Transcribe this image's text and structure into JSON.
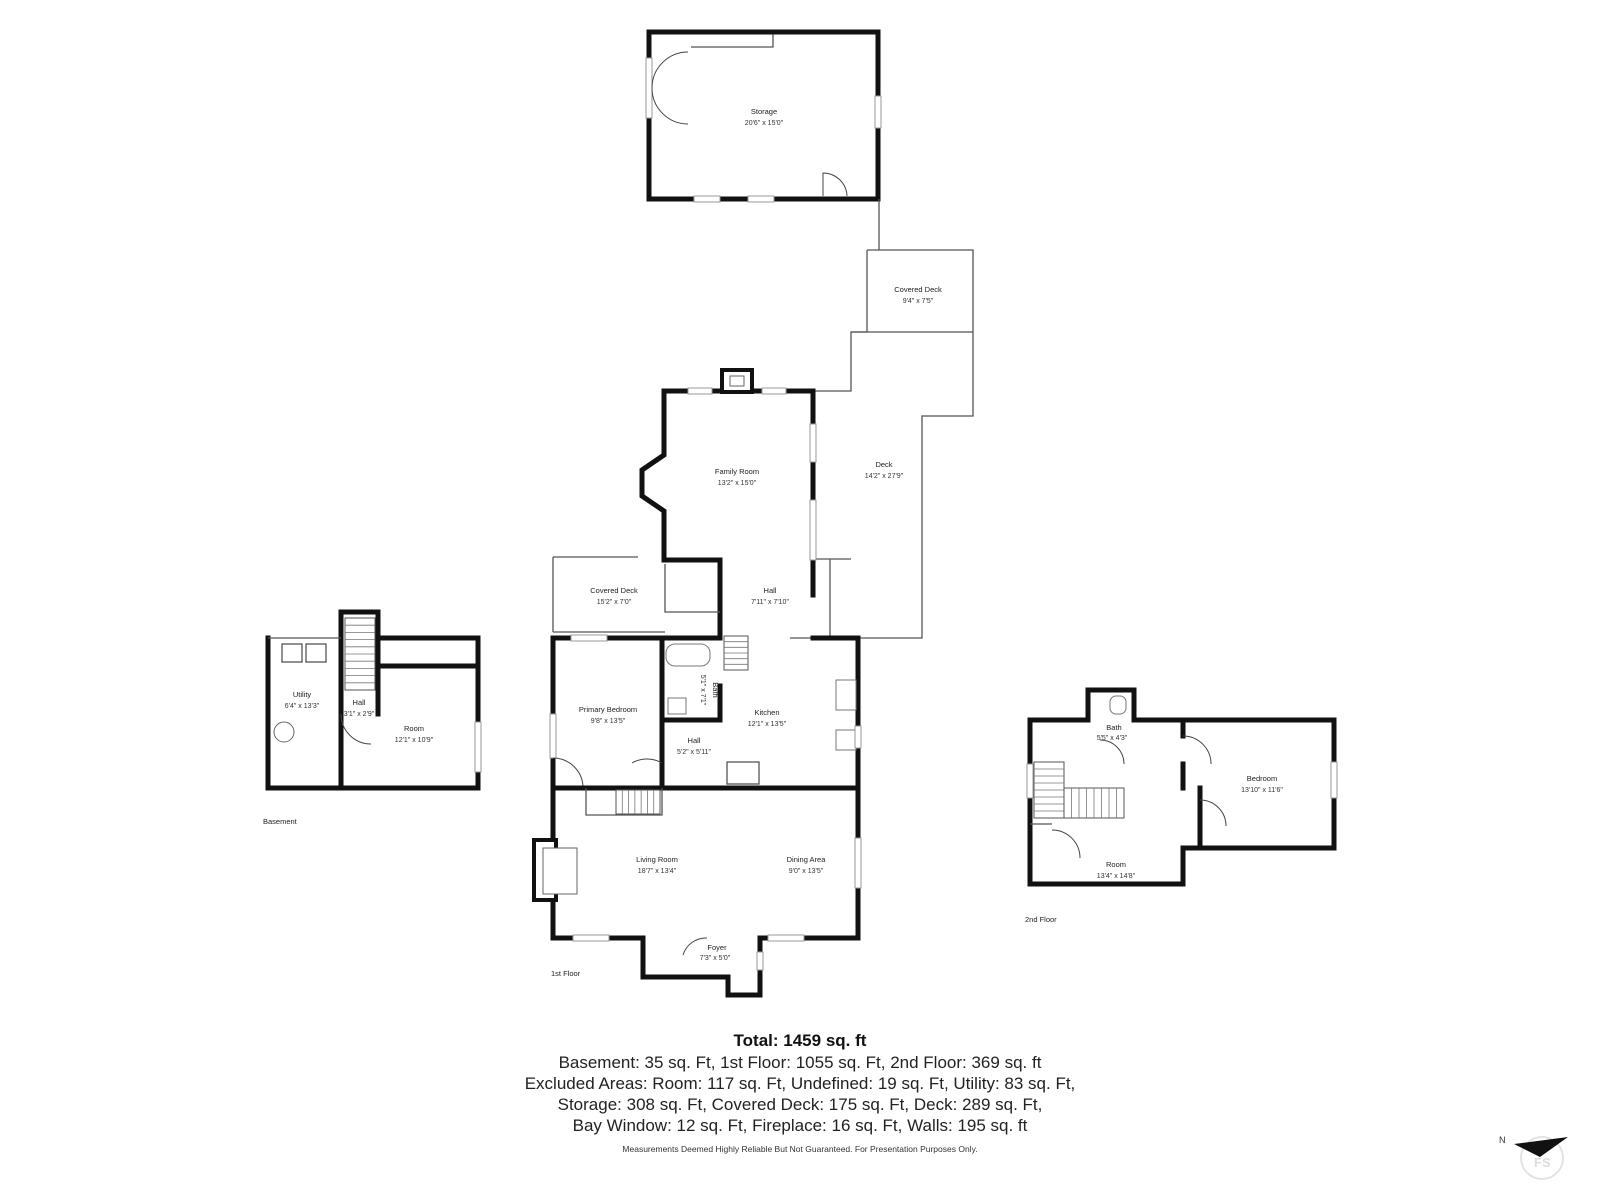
{
  "floors": {
    "basement": "Basement",
    "first": "1st Floor",
    "second": "2nd Floor"
  },
  "rooms": {
    "storage": {
      "name": "Storage",
      "dims": "20'6\" x 15'0\""
    },
    "covered_deck_top": {
      "name": "Covered Deck",
      "dims": "9'4\" x 7'5\""
    },
    "deck": {
      "name": "Deck",
      "dims": "14'2\" x 27'9\""
    },
    "family_room": {
      "name": "Family Room",
      "dims": "13'2\" x 15'0\""
    },
    "covered_deck_side": {
      "name": "Covered Deck",
      "dims": "15'2\" x 7'0\""
    },
    "hall_upper": {
      "name": "Hall",
      "dims": "7'11\" x 7'10\""
    },
    "bath_first": {
      "name": "Bath",
      "dims": "5'1\" x 7'1\""
    },
    "primary_bedroom": {
      "name": "Primary Bedroom",
      "dims": "9'8\" x 13'5\""
    },
    "kitchen": {
      "name": "Kitchen",
      "dims": "12'1\" x 13'5\""
    },
    "hall_lower": {
      "name": "Hall",
      "dims": "5'2\" x 5'11\""
    },
    "living_room": {
      "name": "Living Room",
      "dims": "18'7\" x 13'4\""
    },
    "dining_area": {
      "name": "Dining Area",
      "dims": "9'0\" x 13'5\""
    },
    "foyer": {
      "name": "Foyer",
      "dims": "7'3\" x 5'0\""
    },
    "utility": {
      "name": "Utility",
      "dims": "6'4\" x 13'3\""
    },
    "hall_basement": {
      "name": "Hall",
      "dims": "3'1\" x 2'9\""
    },
    "room_basement": {
      "name": "Room",
      "dims": "12'1\" x 10'9\""
    },
    "bath_second": {
      "name": "Bath",
      "dims": "5'5\" x 4'3\""
    },
    "bedroom": {
      "name": "Bedroom",
      "dims": "13'10\" x 11'6\""
    },
    "room_second": {
      "name": "Room",
      "dims": "13'4\" x 14'8\""
    }
  },
  "summary": {
    "total": "Total: 1459 sq. ft",
    "lines": [
      "Basement: 35 sq. Ft, 1st Floor: 1055 sq. Ft, 2nd Floor: 369 sq. ft",
      "Excluded Areas: Room: 117 sq. Ft, Undefined: 19 sq. Ft, Utility: 83 sq. Ft,",
      "Storage: 308 sq. Ft, Covered Deck: 175 sq. Ft, Deck: 289 sq. Ft,",
      "Bay Window: 12 sq. Ft, Fireplace: 16 sq. Ft, Walls: 195 sq. ft"
    ],
    "disclaimer": "Measurements Deemed Highly Reliable But Not Guaranteed. For Presentation Purposes Only."
  },
  "compass": {
    "label": "N",
    "brand_mark": "FS"
  }
}
